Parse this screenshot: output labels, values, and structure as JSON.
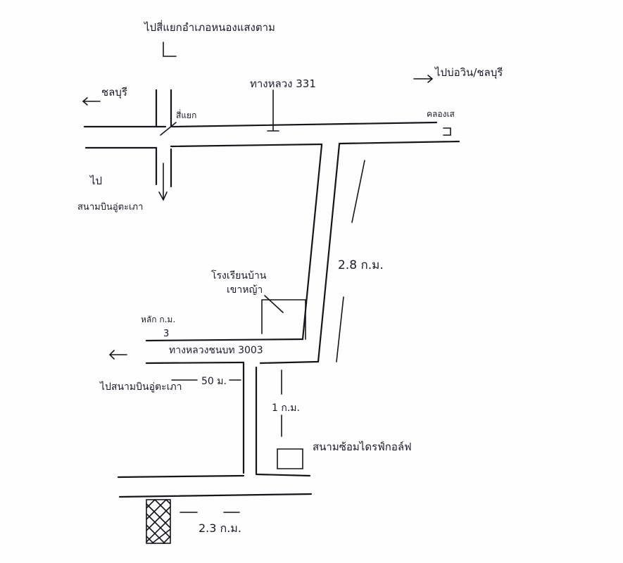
{
  "map": {
    "labels": {
      "to_district": "ไปสี่แยกอำเภอหนองแสงตาม",
      "highway_331": "ทางหลวง 331",
      "to_right_top": "ไปบ่อวิน/ชลบุรี",
      "to_left_top": "ชลบุรี",
      "junction": "สี่แยก",
      "right_end": "คลองเส",
      "to_left_mid_a": "ไป",
      "to_left_mid_b": "สนามบินอู่ตะเภา",
      "distance_top": "2.8 ก.ม.",
      "school_a": "โรงเรียนบ้าน",
      "school_b": "เขาหญ้า",
      "marker_name": "หลัก ก.ม.",
      "marker_num": "3",
      "highway_3003": "ทางหลวงชนบท 3003",
      "to_left_low": "ไปสนามบินอู่ตะเภา",
      "distance_mid": "50 ม.",
      "distance_1km": "1 ก.ม.",
      "destination": "สนามซ้อมไดรฟ์กอล์ฟ",
      "distance_bottom": "2.3 ก.ม."
    }
  }
}
